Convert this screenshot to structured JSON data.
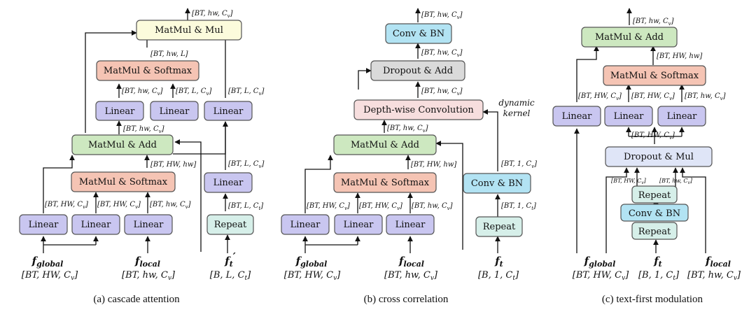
{
  "colors": {
    "linear": "#c9c6f0",
    "matmul_add": "#cde8c0",
    "softmax": "#f5c4b4",
    "mul": "#fcfbdc",
    "conv": "#b2e3f3",
    "dropout_add": "#dadada",
    "depthwise": "#f7dede",
    "dropout_mul": "#dfe5f7",
    "repeat": "#d6efe9"
  },
  "a": {
    "caption": "(a) cascade attention",
    "boxes": {
      "matmul_mul": "MatMul & Mul",
      "matmul_softmax_top": "MatMul & Softmax",
      "linear_q": "Linear",
      "linear_k": "Linear",
      "linear_v": "Linear",
      "matmul_add": "MatMul & Add",
      "matmul_softmax_bot": "MatMul & Softmax",
      "linear_text": "Linear",
      "linear_g1": "Linear",
      "linear_g2": "Linear",
      "linear_l": "Linear",
      "repeat": "Repeat"
    },
    "dims": {
      "out": "[BT, hw, C",
      "mm_in": "[BT, hw, L]",
      "q": "[BT, hw, C",
      "k": "[BT, L, C",
      "v": "[BT, L, C",
      "add_out": "[BT, hw, C",
      "soft_out": "[BT, HW, hw]",
      "text_lin_in": "[BT, L, C",
      "g1": "[BT, HW, C",
      "g2": "[BT, HW, C",
      "l": "[BT, hw, C",
      "rep": "[BT, L, C"
    },
    "inputs": {
      "global_name": "f",
      "global_sub": "global",
      "global_shape": "[BT, HW, C",
      "local_name": "f",
      "local_sub": "local",
      "local_shape": "[BT, hw, C",
      "text_name": "f",
      "text_sub": "t",
      "text_prime": "′",
      "text_shape": "[B, L, C"
    }
  },
  "b": {
    "caption": "(b) cross correlation",
    "boxes": {
      "conv_top": "Conv & BN",
      "dropout_add": "Dropout & Add",
      "depthwise": "Depth-wise Convolution",
      "matmul_add": "MatMul & Add",
      "matmul_softmax": "MatMul & Softmax",
      "conv_text": "Conv & BN",
      "linear_g1": "Linear",
      "linear_g2": "Linear",
      "linear_l": "Linear",
      "repeat": "Repeat"
    },
    "note1": "dynamic",
    "note2": "kernel",
    "dims": {
      "out": "[BT, hw, C",
      "conv_in": "[BT, hw, C",
      "drop_in": "[BT, hw, C",
      "dw_in": "[BT, hw, C",
      "soft_out": "[BT, HW, hw]",
      "conv_out": "[BT, 1, C",
      "g1": "[BT, HW, C",
      "g2": "[BT, HW, C",
      "l": "[BT, hw, C",
      "rep": "[BT, 1, C"
    },
    "inputs": {
      "global_name": "f",
      "global_sub": "global",
      "global_shape": "[BT, HW, C",
      "local_name": "f",
      "local_sub": "local",
      "local_shape": "[BT, hw, C",
      "text_name": "f",
      "text_sub": "t",
      "text_shape": "[B, 1, C"
    }
  },
  "c": {
    "caption": "(c) text-first modulation",
    "boxes": {
      "matmul_add": "MatMul & Add",
      "matmul_softmax": "MatMul & Softmax",
      "linear_g": "Linear",
      "linear_l1": "Linear",
      "linear_l2": "Linear",
      "dropout_mul": "Dropout & Mul",
      "repeat_top": "Repeat",
      "conv": "Conv & BN",
      "repeat_bot": "Repeat"
    },
    "dims": {
      "out": "[BT, hw, C",
      "add_in": "[BT, HW, hw]",
      "g": "[BT, HW, C",
      "l1": "[BT, HW, C",
      "l2": "[BT, hw, C",
      "mul_out": "[BT, HW, C",
      "rep_g": "[BT, HW, C",
      "rep_l": "[BT, hw, C"
    },
    "inputs": {
      "global_name": "f",
      "global_sub": "global",
      "global_shape": "[BT, HW, C",
      "text_name": "f",
      "text_sub": "t",
      "text_shape": "[B, 1, C",
      "local_name": "f",
      "local_sub": "local",
      "local_shape": "[BT, hw, C"
    }
  },
  "sym": {
    "v": "v",
    "t": "t",
    "close": "]",
    "v_close": "v]",
    "t_close": "t]"
  }
}
